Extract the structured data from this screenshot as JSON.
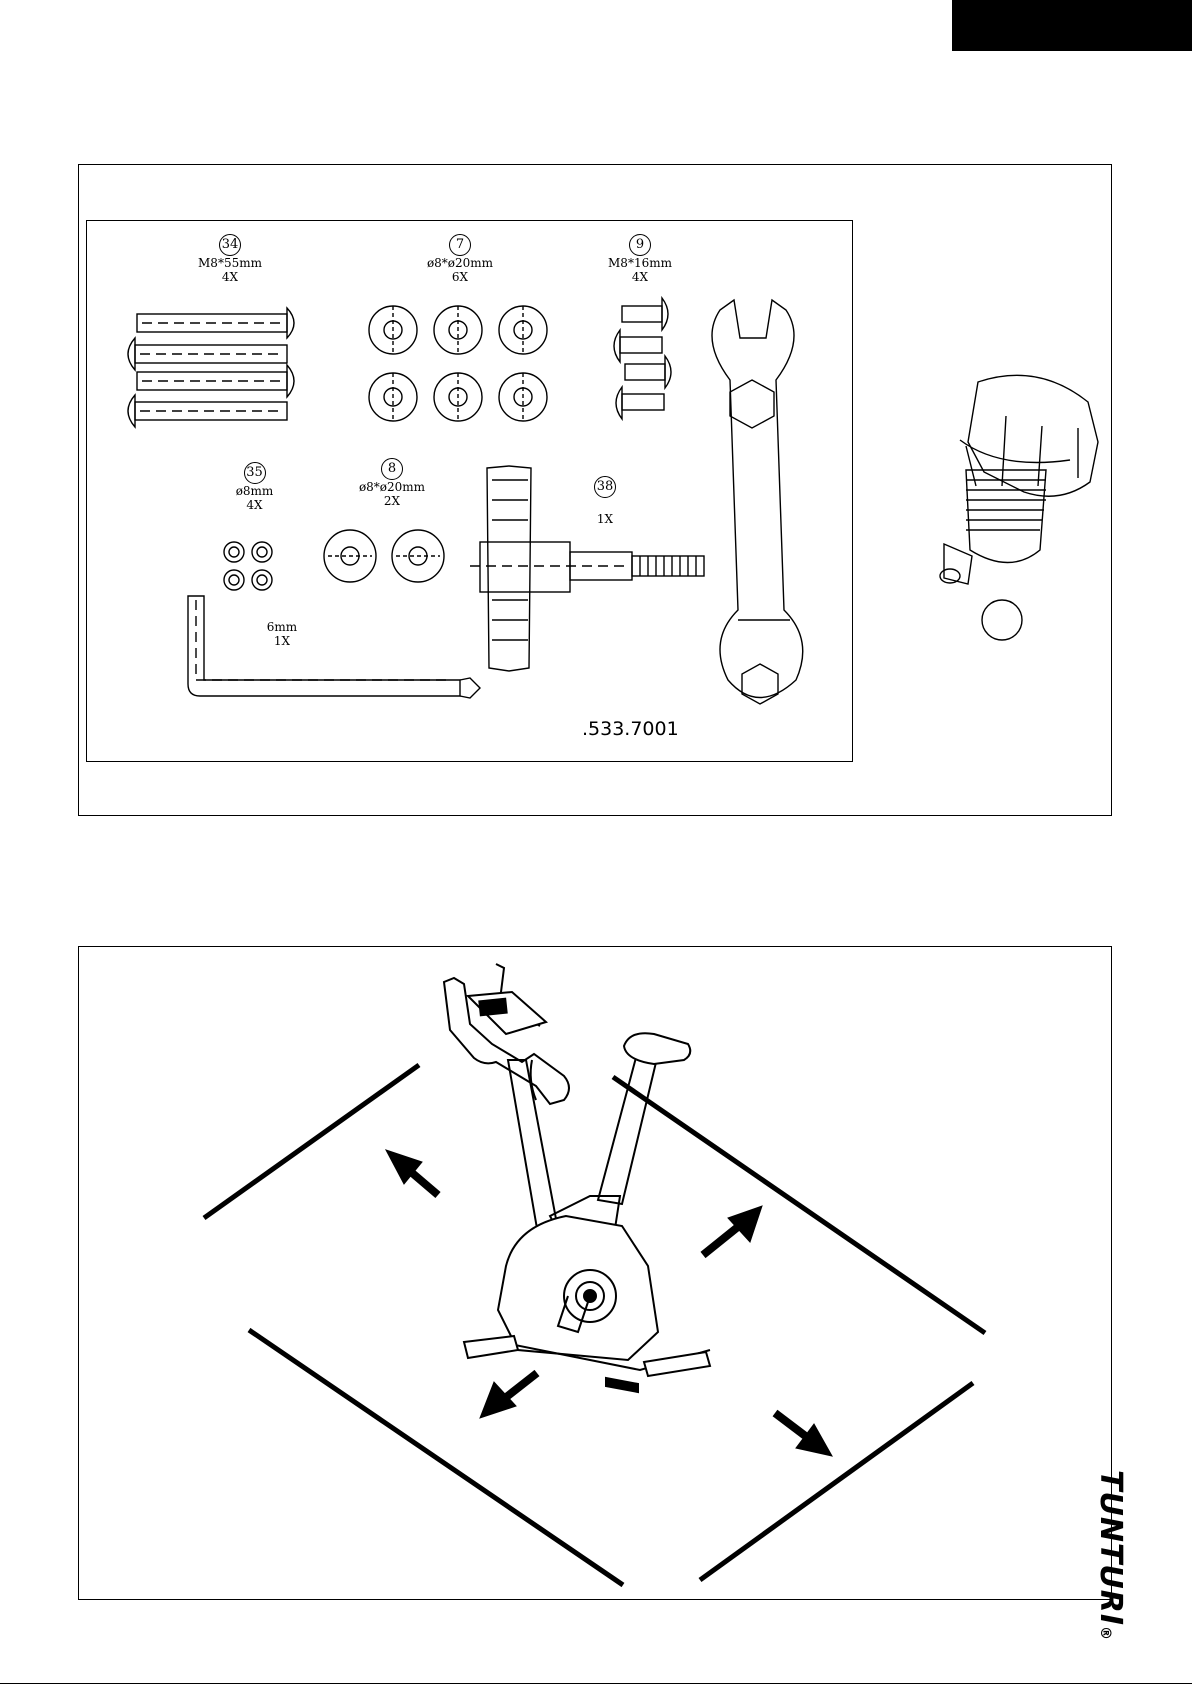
{
  "parts": [
    {
      "num": "34",
      "size": "M8*55mm",
      "qty": "4X"
    },
    {
      "num": "7",
      "size": "ø8*ø20mm",
      "qty": "6X"
    },
    {
      "num": "9",
      "size": "M8*16mm",
      "qty": "4X"
    },
    {
      "num": "35",
      "size": "ø8mm",
      "qty": "4X"
    },
    {
      "num": "8",
      "size": "ø8*ø20mm",
      "qty": "2X"
    },
    {
      "num": "38",
      "size": "",
      "qty": "1X"
    }
  ],
  "allen_key": {
    "size": "6mm",
    "qty": "1X"
  },
  "tool_code": ".533.7001",
  "brand": "TUNTURI",
  "registered": "®"
}
